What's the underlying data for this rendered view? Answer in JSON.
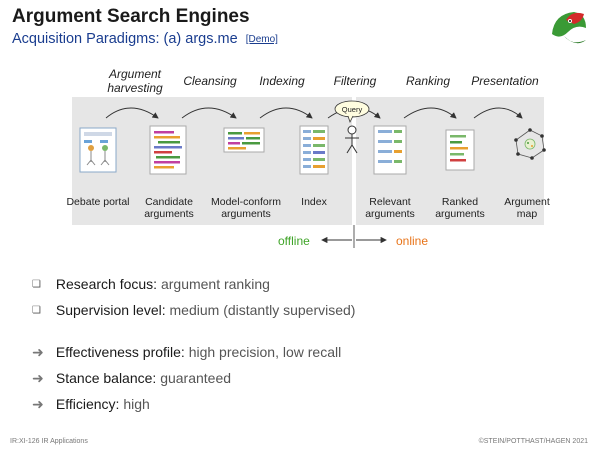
{
  "header": {
    "title": "Argument Search Engines",
    "subtitle": "Acquisition Paradigms: (a) args.me",
    "demo_link": "[Demo]"
  },
  "stages": [
    {
      "label": "Argument harvesting"
    },
    {
      "label": "Cleansing"
    },
    {
      "label": "Indexing"
    },
    {
      "label": "Filtering"
    },
    {
      "label": "Ranking"
    },
    {
      "label": "Presentation"
    }
  ],
  "items": [
    {
      "label": "Debate portal"
    },
    {
      "label": "Candidate arguments"
    },
    {
      "label": "Model-conform arguments"
    },
    {
      "label": "Index"
    },
    {
      "label": "Relevant arguments"
    },
    {
      "label": "Ranked arguments"
    },
    {
      "label": "Argument map"
    }
  ],
  "query_bubble": "Query",
  "legend": {
    "offline": "offline",
    "online": "online"
  },
  "bullets": [
    {
      "key": "Research focus:",
      "value": "argument ranking"
    },
    {
      "key": "Supervision level:",
      "value": "medium (distantly supervised)"
    }
  ],
  "properties": [
    {
      "key": "Effectiveness profile:",
      "value": "high precision, low recall"
    },
    {
      "key": "Stance balance:",
      "value": "guaranteed"
    },
    {
      "key": "Efficiency:",
      "value": "high"
    }
  ],
  "footer": {
    "left": "IR:XI-126   IR Applications",
    "right": "©STEIN/POTTHAST/HAGEN 2021"
  },
  "colors": {
    "offline": "#3fa428",
    "online": "#e8741a",
    "subtitle": "#1a3d8f",
    "panel": "#e6e6e6"
  },
  "icons": [
    "portal-icon",
    "candidate-doc-icon",
    "model-conform-icon",
    "index-icon",
    "person-icon",
    "relevant-doc-icon",
    "ranked-doc-icon",
    "argument-map-icon",
    "parrot-logo-icon"
  ]
}
